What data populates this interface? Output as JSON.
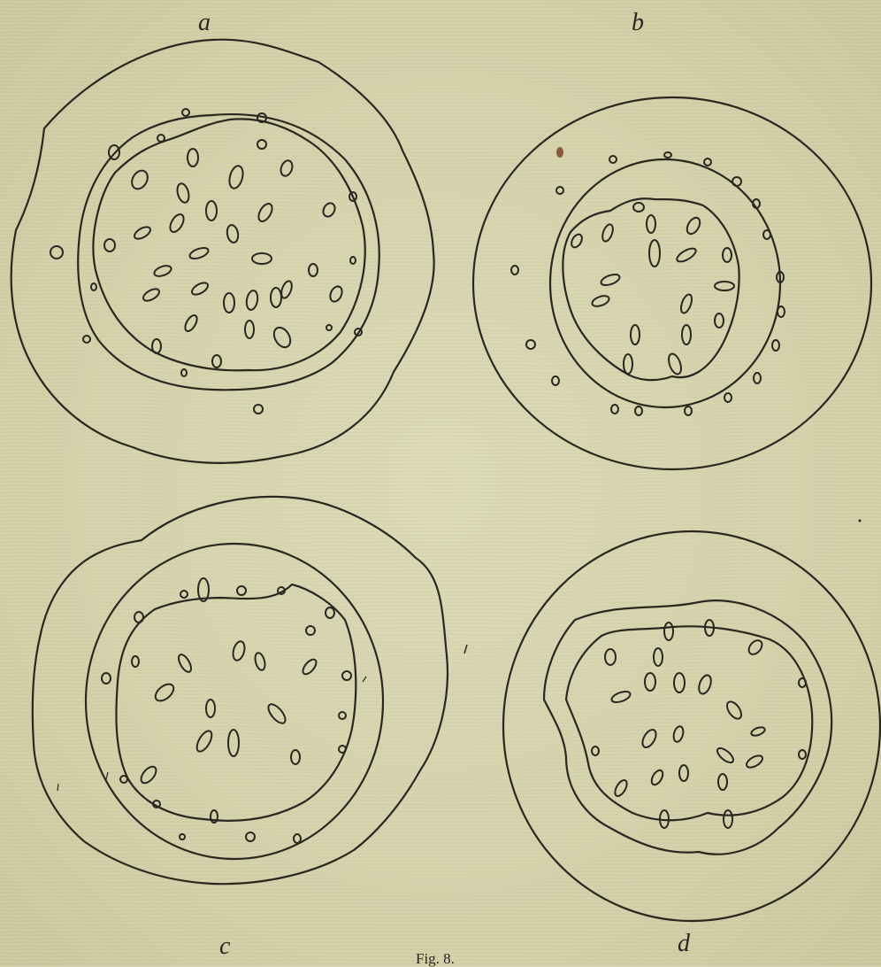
{
  "figure": {
    "panel_labels": {
      "a": "a",
      "b": "b",
      "c": "c",
      "d": "d"
    },
    "caption": "Fig. 8."
  },
  "colors": {
    "paper": "#d6d4ae",
    "ink": "#2a2720"
  }
}
